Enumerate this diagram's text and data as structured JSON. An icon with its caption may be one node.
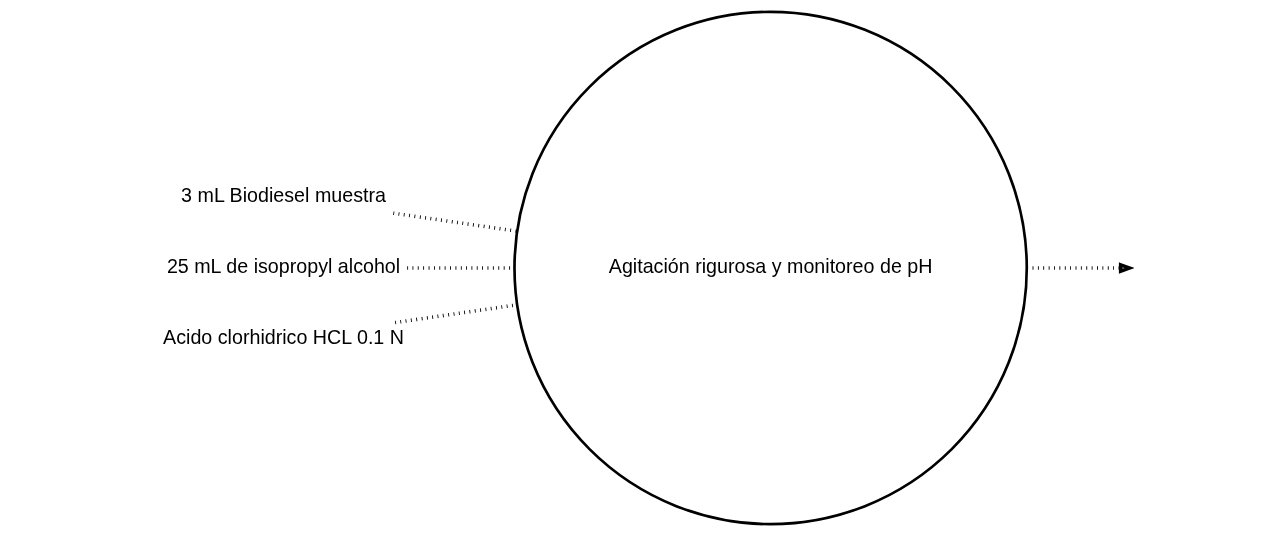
{
  "diagram": {
    "nodes": [
      {
        "text": [
          "3 mL Biodiesel muestra"
        ]
      },
      {
        "text": [
          "25 mL de isopropyl alcohol"
        ]
      },
      {
        "text": [
          "Acido clorhidrico HCL 0.1 N"
        ]
      },
      {
        "text": [
          "Agitación rigurosa y monitoreo de pH"
        ]
      }
    ],
    "edges": [
      {
        "from": 0,
        "to": 3,
        "arrow": "none"
      },
      {
        "from": 1,
        "to": 3,
        "arrow": "none"
      },
      {
        "from": 2,
        "to": 3,
        "arrow": "none"
      },
      {
        "from": 3,
        "to": null,
        "arrow": "to"
      }
    ]
  }
}
